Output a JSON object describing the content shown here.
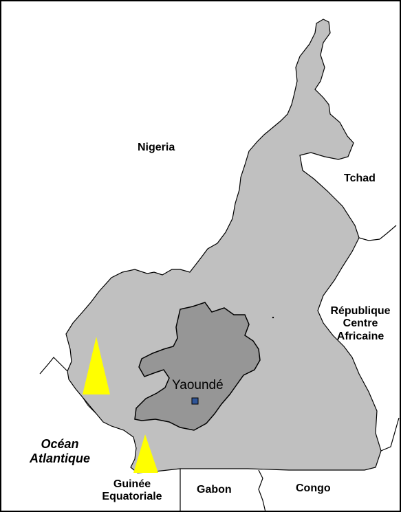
{
  "map": {
    "colors": {
      "country": "#c0c0c0",
      "region": "#969696",
      "border": "#000000",
      "marker": "#ffff00",
      "capital_square": "#2f5597"
    },
    "labels": {
      "nigeria": "Nigeria",
      "tchad": "Tchad",
      "rca_line1": "République",
      "rca_line2": "Centre",
      "rca_line3": "Africaine",
      "ocean_line1": "Océan",
      "ocean_line2": "Atlantique",
      "guinee_line1": "Guinée",
      "guinee_line2": "Equatoriale",
      "gabon": "Gabon",
      "congo": "Congo",
      "capital": "Yaoundé"
    },
    "markers": [
      {
        "name": "triangle-marker-west"
      },
      {
        "name": "triangle-marker-south"
      }
    ]
  }
}
